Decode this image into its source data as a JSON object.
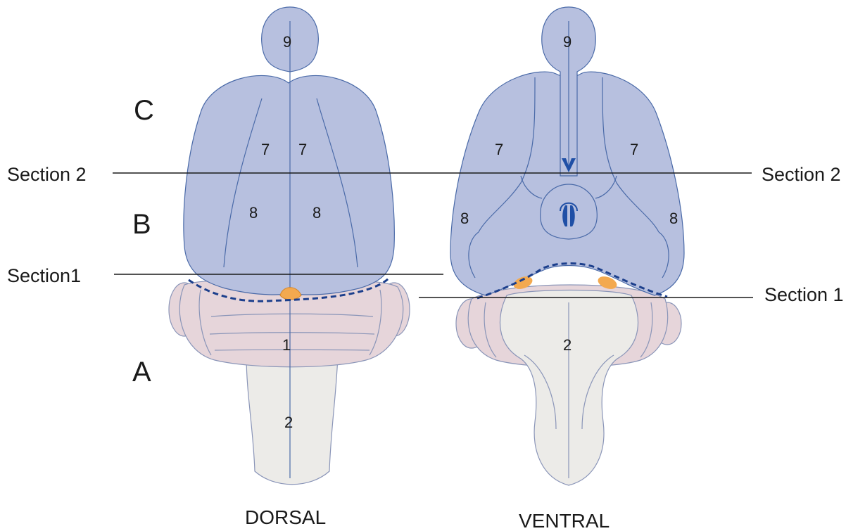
{
  "regions": {
    "a": "A",
    "b": "B",
    "c": "C"
  },
  "sections": {
    "left_section2": "Section 2",
    "right_section2": "Section 2",
    "left_section1": "Section1",
    "right_section1": "Section 1"
  },
  "views": {
    "dorsal": "DORSAL",
    "ventral": "VENTRAL"
  },
  "dorsal_numbers": {
    "olfactory": "9",
    "cortex_left_7": "7",
    "cortex_right_7": "7",
    "cortex_left_8": "8",
    "cortex_right_8": "8",
    "cerebellum": "1",
    "brainstem": "2"
  },
  "ventral_numbers": {
    "olfactory": "9",
    "left_7": "7",
    "right_7": "7",
    "left_8": "8",
    "right_8": "8",
    "brainstem": "2"
  },
  "colors": {
    "forebrain": "#b7c0df",
    "forebrain_stroke": "#4a6aa8",
    "cerebellum": "#e6d5da",
    "brainstem": "#ecebe8",
    "accent_orange": "#f3a94f",
    "light_blue": "#c4e3ee",
    "dashed_line": "#1c3f8c",
    "dark_blue": "#1f4fa6"
  }
}
